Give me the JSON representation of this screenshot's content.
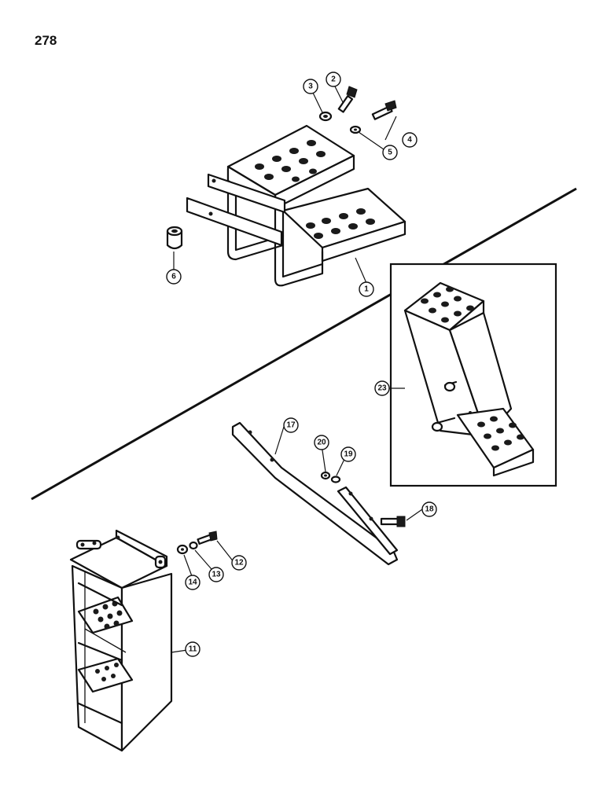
{
  "page_number": "278",
  "callouts": [
    {
      "id": "c1",
      "label": "1"
    },
    {
      "id": "c2",
      "label": "2"
    },
    {
      "id": "c3",
      "label": "3"
    },
    {
      "id": "c4",
      "label": "4"
    },
    {
      "id": "c5",
      "label": "5"
    },
    {
      "id": "c6",
      "label": "6"
    },
    {
      "id": "c11",
      "label": "11"
    },
    {
      "id": "c12",
      "label": "12"
    },
    {
      "id": "c13",
      "label": "13"
    },
    {
      "id": "c14",
      "label": "14"
    },
    {
      "id": "c17",
      "label": "17"
    },
    {
      "id": "c18",
      "label": "18"
    },
    {
      "id": "c19",
      "label": "19"
    },
    {
      "id": "c20",
      "label": "20"
    },
    {
      "id": "c23",
      "label": "23"
    }
  ]
}
